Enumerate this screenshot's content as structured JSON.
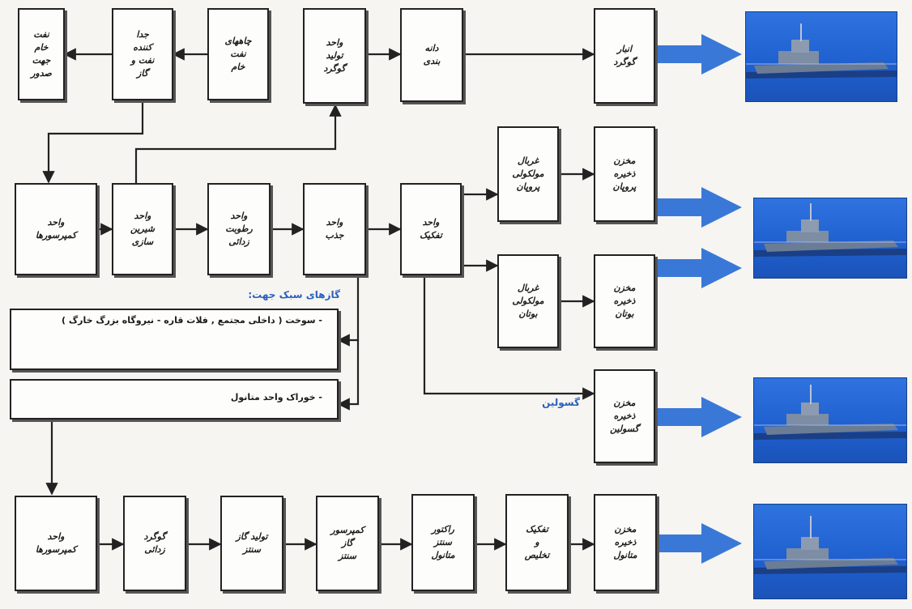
{
  "colors": {
    "arrow_blue": "#3a78d8",
    "ship_panel": "#2569d6",
    "label_blue": "#2a5fc0",
    "line": "#222222"
  },
  "boxes": {
    "crude_export": "نفت\nخام\nجهت\nصدور",
    "separator": "جدا\nکننده\nنفت و\nگاز",
    "crude_wells": "چاههای\nنفت\nخام",
    "sulfur_unit": "واحد\nتولید\nگوگرد",
    "granulation": "دانه\nبندی",
    "sulfur_storage": "انبار\nگوگرد",
    "compressor_1": "واحد\nکمپرسورها",
    "sweetening": "واحد\nشیرین\nسازی",
    "dehydration": "واحد\nرطوبت\nزدائی",
    "absorption": "واحد\nجذب",
    "fractionation": "واحد\nتفکیک",
    "propane_sieve": "غربال\nمولکولی\nپروپان",
    "propane_tank": "مخزن\nذخیره\nپروپان",
    "butane_sieve": "غربال\nمولکولی\nبوتان",
    "butane_tank": "مخزن\nذخیره\nبوتان",
    "gasoline_tank": "مخزن\nذخیره\nگسولین",
    "compressor_2": "واحد\nکمپرسورها",
    "desulfurization": "گوگرد\nزدائی",
    "syngas_production": "تولید گاز\nسنتز",
    "syngas_compressor": "کمپرسور\nگاز\nسنتز",
    "methanol_reactor": "راکتور\nسنتز\nمتانول",
    "separation_purification": "تفکیک\nو\nتخلیص",
    "methanol_tank": "مخزن\nذخیره\nمتانول"
  },
  "light_gases_label": "گازهای سبک جهت:",
  "fuel_text": "- سوخت ( داخلی مجتمع , فلات قاره - نیروگاه بزرگ خارگ )",
  "methanol_feed_text": "- خوراک واحد متانول",
  "gasoline_label": "گسولین",
  "ship_icons": [
    "tanker-ship",
    "tanker-ship",
    "tanker-ship",
    "tanker-ship"
  ]
}
